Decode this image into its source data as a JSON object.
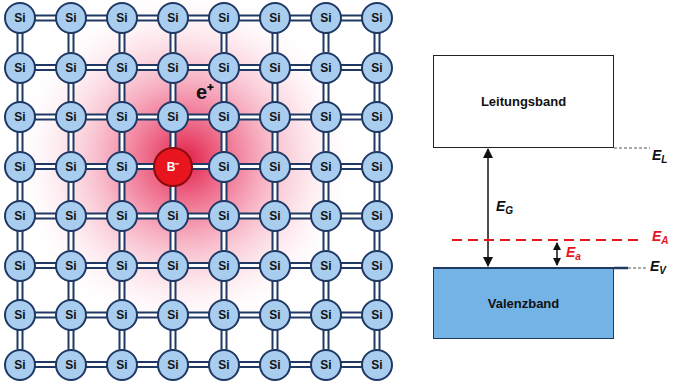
{
  "diagram": {
    "nodes": [
      {
        "text": [
          "Si"
        ]
      },
      {
        "text": [
          "Si"
        ]
      },
      {
        "text": [
          "Si"
        ]
      },
      {
        "text": [
          "Si"
        ]
      },
      {
        "text": [
          "Si"
        ]
      },
      {
        "text": [
          "Si"
        ]
      },
      {
        "text": [
          "Si"
        ]
      },
      {
        "text": [
          "Si"
        ]
      },
      {
        "text": [
          "Si"
        ]
      },
      {
        "text": [
          "Si"
        ]
      },
      {
        "text": [
          "Si"
        ]
      },
      {
        "text": [
          "Si"
        ]
      },
      {
        "text": [
          "Si"
        ]
      },
      {
        "text": [
          "Si"
        ]
      },
      {
        "text": [
          "Si"
        ]
      },
      {
        "text": [
          "Si"
        ]
      },
      {
        "text": [
          "Si"
        ]
      },
      {
        "text": [
          "Si"
        ]
      },
      {
        "text": [
          "Si"
        ]
      },
      {
        "text": [
          "Si"
        ]
      },
      {
        "text": [
          "Si"
        ]
      },
      {
        "text": [
          "Si"
        ]
      },
      {
        "text": [
          "Si"
        ]
      },
      {
        "text": [
          "Si"
        ]
      },
      {
        "text": [
          "Si"
        ]
      },
      {
        "text": [
          "Si"
        ]
      },
      {
        "text": [
          "Si"
        ]
      },
      {
        "text": [
          "B⁻"
        ]
      },
      {
        "text": [
          "Si"
        ]
      },
      {
        "text": [
          "Si"
        ]
      },
      {
        "text": [
          "Si"
        ]
      },
      {
        "text": [
          "Si"
        ]
      },
      {
        "text": [
          "Si"
        ]
      },
      {
        "text": [
          "Si"
        ]
      },
      {
        "text": [
          "Si"
        ]
      },
      {
        "text": [
          "Si"
        ]
      },
      {
        "text": [
          "Si"
        ]
      },
      {
        "text": [
          "Si"
        ]
      },
      {
        "text": [
          "Si"
        ]
      },
      {
        "text": [
          "Si"
        ]
      },
      {
        "text": [
          "Si"
        ]
      },
      {
        "text": [
          "Si"
        ]
      },
      {
        "text": [
          "Si"
        ]
      },
      {
        "text": [
          "Si"
        ]
      },
      {
        "text": [
          "Si"
        ]
      },
      {
        "text": [
          "Si"
        ]
      },
      {
        "text": [
          "Si"
        ]
      },
      {
        "text": [
          "Si"
        ]
      },
      {
        "text": [
          "Si"
        ]
      },
      {
        "text": [
          "Si"
        ]
      },
      {
        "text": [
          "Si"
        ]
      },
      {
        "text": [
          "Si"
        ]
      },
      {
        "text": [
          "Si"
        ]
      },
      {
        "text": [
          "Si"
        ]
      },
      {
        "text": [
          "Si"
        ]
      },
      {
        "text": [
          "Si"
        ]
      },
      {
        "text": [
          "Si"
        ]
      },
      {
        "text": [
          "Si"
        ]
      },
      {
        "text": [
          "Si"
        ]
      },
      {
        "text": [
          "Si"
        ]
      },
      {
        "text": [
          "Si"
        ]
      },
      {
        "text": [
          "Si"
        ]
      },
      {
        "text": [
          "Si"
        ]
      },
      {
        "text": [
          "Si"
        ]
      },
      {
        "text": [
          "Leitungsband"
        ]
      },
      {
        "text": [
          "Valenzband"
        ]
      }
    ],
    "edges": [
      {
        "from": 0,
        "to": 1,
        "arrow": "none"
      },
      {
        "from": 1,
        "to": 2,
        "arrow": "none"
      },
      {
        "from": 2,
        "to": 3,
        "arrow": "none"
      },
      {
        "from": 3,
        "to": 4,
        "arrow": "none"
      },
      {
        "from": 4,
        "to": 5,
        "arrow": "none"
      },
      {
        "from": 5,
        "to": 6,
        "arrow": "none"
      },
      {
        "from": 6,
        "to": 7,
        "arrow": "none"
      },
      {
        "from": 8,
        "to": 9,
        "arrow": "none"
      },
      {
        "from": 9,
        "to": 10,
        "arrow": "none"
      },
      {
        "from": 10,
        "to": 11,
        "arrow": "none"
      },
      {
        "from": 11,
        "to": 12,
        "arrow": "none"
      },
      {
        "from": 12,
        "to": 13,
        "arrow": "none"
      },
      {
        "from": 13,
        "to": 14,
        "arrow": "none"
      },
      {
        "from": 14,
        "to": 15,
        "arrow": "none"
      },
      {
        "from": 16,
        "to": 17,
        "arrow": "none"
      },
      {
        "from": 17,
        "to": 18,
        "arrow": "none"
      },
      {
        "from": 18,
        "to": 19,
        "arrow": "none"
      },
      {
        "from": 19,
        "to": 20,
        "arrow": "none"
      },
      {
        "from": 20,
        "to": 21,
        "arrow": "none"
      },
      {
        "from": 21,
        "to": 22,
        "arrow": "none"
      },
      {
        "from": 22,
        "to": 23,
        "arrow": "none"
      },
      {
        "from": 24,
        "to": 25,
        "arrow": "none"
      },
      {
        "from": 25,
        "to": 26,
        "arrow": "none"
      },
      {
        "from": 26,
        "to": 27,
        "arrow": "none"
      },
      {
        "from": 27,
        "to": 28,
        "arrow": "none"
      },
      {
        "from": 28,
        "to": 29,
        "arrow": "none"
      },
      {
        "from": 29,
        "to": 30,
        "arrow": "none"
      },
      {
        "from": 30,
        "to": 31,
        "arrow": "none"
      },
      {
        "from": 32,
        "to": 33,
        "arrow": "none"
      },
      {
        "from": 33,
        "to": 34,
        "arrow": "none"
      },
      {
        "from": 34,
        "to": 35,
        "arrow": "none"
      },
      {
        "from": 35,
        "to": 36,
        "arrow": "none"
      },
      {
        "from": 36,
        "to": 37,
        "arrow": "none"
      },
      {
        "from": 37,
        "to": 38,
        "arrow": "none"
      },
      {
        "from": 38,
        "to": 39,
        "arrow": "none"
      },
      {
        "from": 40,
        "to": 41,
        "arrow": "none"
      },
      {
        "from": 41,
        "to": 42,
        "arrow": "none"
      },
      {
        "from": 42,
        "to": 43,
        "arrow": "none"
      },
      {
        "from": 43,
        "to": 44,
        "arrow": "none"
      },
      {
        "from": 44,
        "to": 45,
        "arrow": "none"
      },
      {
        "from": 45,
        "to": 46,
        "arrow": "none"
      },
      {
        "from": 46,
        "to": 47,
        "arrow": "none"
      },
      {
        "from": 48,
        "to": 49,
        "arrow": "none"
      },
      {
        "from": 49,
        "to": 50,
        "arrow": "none"
      },
      {
        "from": 50,
        "to": 51,
        "arrow": "none"
      },
      {
        "from": 51,
        "to": 52,
        "arrow": "none"
      },
      {
        "from": 52,
        "to": 53,
        "arrow": "none"
      },
      {
        "from": 53,
        "to": 54,
        "arrow": "none"
      },
      {
        "from": 54,
        "to": 55,
        "arrow": "none"
      },
      {
        "from": 56,
        "to": 57,
        "arrow": "none"
      },
      {
        "from": 57,
        "to": 58,
        "arrow": "none"
      },
      {
        "from": 58,
        "to": 59,
        "arrow": "none"
      },
      {
        "from": 59,
        "to": 60,
        "arrow": "none"
      },
      {
        "from": 60,
        "to": 61,
        "arrow": "none"
      },
      {
        "from": 61,
        "to": 62,
        "arrow": "none"
      },
      {
        "from": 62,
        "to": 63,
        "arrow": "none"
      },
      {
        "from": 0,
        "to": 8,
        "arrow": "none"
      },
      {
        "from": 1,
        "to": 9,
        "arrow": "none"
      },
      {
        "from": 2,
        "to": 10,
        "arrow": "none"
      },
      {
        "from": 3,
        "to": 11,
        "arrow": "none"
      },
      {
        "from": 4,
        "to": 12,
        "arrow": "none"
      },
      {
        "from": 5,
        "to": 13,
        "arrow": "none"
      },
      {
        "from": 6,
        "to": 14,
        "arrow": "none"
      },
      {
        "from": 7,
        "to": 15,
        "arrow": "none"
      },
      {
        "from": 8,
        "to": 16,
        "arrow": "none"
      },
      {
        "from": 9,
        "to": 17,
        "arrow": "none"
      },
      {
        "from": 10,
        "to": 18,
        "arrow": "none"
      },
      {
        "from": 11,
        "to": 19,
        "arrow": "none"
      },
      {
        "from": 12,
        "to": 20,
        "arrow": "none"
      },
      {
        "from": 13,
        "to": 21,
        "arrow": "none"
      },
      {
        "from": 14,
        "to": 22,
        "arrow": "none"
      },
      {
        "from": 15,
        "to": 23,
        "arrow": "none"
      },
      {
        "from": 16,
        "to": 24,
        "arrow": "none"
      },
      {
        "from": 17,
        "to": 25,
        "arrow": "none"
      },
      {
        "from": 18,
        "to": 26,
        "arrow": "none"
      },
      {
        "from": 19,
        "to": 27,
        "arrow": "none"
      },
      {
        "from": 20,
        "to": 28,
        "arrow": "none"
      },
      {
        "from": 21,
        "to": 29,
        "arrow": "none"
      },
      {
        "from": 22,
        "to": 30,
        "arrow": "none"
      },
      {
        "from": 23,
        "to": 31,
        "arrow": "none"
      },
      {
        "from": 24,
        "to": 32,
        "arrow": "none"
      },
      {
        "from": 25,
        "to": 33,
        "arrow": "none"
      },
      {
        "from": 26,
        "to": 34,
        "arrow": "none"
      },
      {
        "from": 27,
        "to": 35,
        "arrow": "none"
      },
      {
        "from": 28,
        "to": 36,
        "arrow": "none"
      },
      {
        "from": 29,
        "to": 37,
        "arrow": "none"
      },
      {
        "from": 30,
        "to": 38,
        "arrow": "none"
      },
      {
        "from": 31,
        "to": 39,
        "arrow": "none"
      },
      {
        "from": 32,
        "to": 40,
        "arrow": "none"
      },
      {
        "from": 33,
        "to": 41,
        "arrow": "none"
      },
      {
        "from": 34,
        "to": 42,
        "arrow": "none"
      },
      {
        "from": 35,
        "to": 43,
        "arrow": "none"
      },
      {
        "from": 36,
        "to": 44,
        "arrow": "none"
      },
      {
        "from": 37,
        "to": 45,
        "arrow": "none"
      },
      {
        "from": 38,
        "to": 46,
        "arrow": "none"
      },
      {
        "from": 39,
        "to": 47,
        "arrow": "none"
      },
      {
        "from": 40,
        "to": 48,
        "arrow": "none"
      },
      {
        "from": 41,
        "to": 49,
        "arrow": "none"
      },
      {
        "from": 42,
        "to": 50,
        "arrow": "none"
      },
      {
        "from": 43,
        "to": 51,
        "arrow": "none"
      },
      {
        "from": 44,
        "to": 52,
        "arrow": "none"
      },
      {
        "from": 45,
        "to": 53,
        "arrow": "none"
      },
      {
        "from": 46,
        "to": 54,
        "arrow": "none"
      },
      {
        "from": 47,
        "to": 55,
        "arrow": "none"
      },
      {
        "from": 48,
        "to": 56,
        "arrow": "none"
      },
      {
        "from": 49,
        "to": 57,
        "arrow": "none"
      },
      {
        "from": 50,
        "to": 58,
        "arrow": "none"
      },
      {
        "from": 51,
        "to": 59,
        "arrow": "none"
      },
      {
        "from": 52,
        "to": 60,
        "arrow": "none"
      },
      {
        "from": 53,
        "to": 61,
        "arrow": "none"
      },
      {
        "from": 54,
        "to": 62,
        "arrow": "none"
      },
      {
        "from": 55,
        "to": 63,
        "arrow": "none"
      },
      {
        "from": 64,
        "to": 65,
        "label": "EG",
        "arrow": "both"
      }
    ],
    "labels": [
      "e⁺",
      "EL",
      "EA",
      "Ea",
      "EV"
    ]
  }
}
